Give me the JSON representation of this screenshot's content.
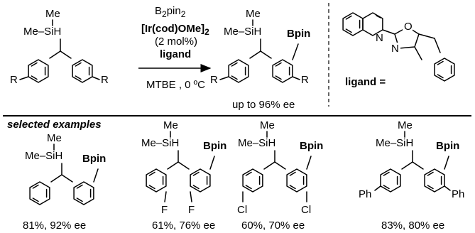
{
  "reagents": {
    "line1": "B",
    "line1_sub": "2",
    "line1_b": "pin",
    "line1_sub2": "2",
    "catalyst": "[Ir(cod)OMe]",
    "catalyst_sub": "2",
    "loading": "(2 mol%)",
    "ligand": "ligand",
    "conditions": "MTBE , 0 ºC"
  },
  "yield_summary": "up to 96% ee",
  "ligand_label": "ligand =",
  "atoms": {
    "me": "Me",
    "si": "Me–SiH",
    "bpin": "Bpin",
    "r": "R",
    "n": "N",
    "o": "O",
    "f": "F",
    "cl": "Cl",
    "ph": "Ph"
  },
  "section_title": "selected examples",
  "examples": [
    {
      "result": "81%, 92% ee"
    },
    {
      "result": "61%, 76% ee"
    },
    {
      "result": "60%, 70% ee"
    },
    {
      "result": "83%, 80% ee"
    }
  ],
  "colors": {
    "bpin": "#4a8a86",
    "catalyst": "#1f3a93",
    "ligand": "#b01919"
  }
}
